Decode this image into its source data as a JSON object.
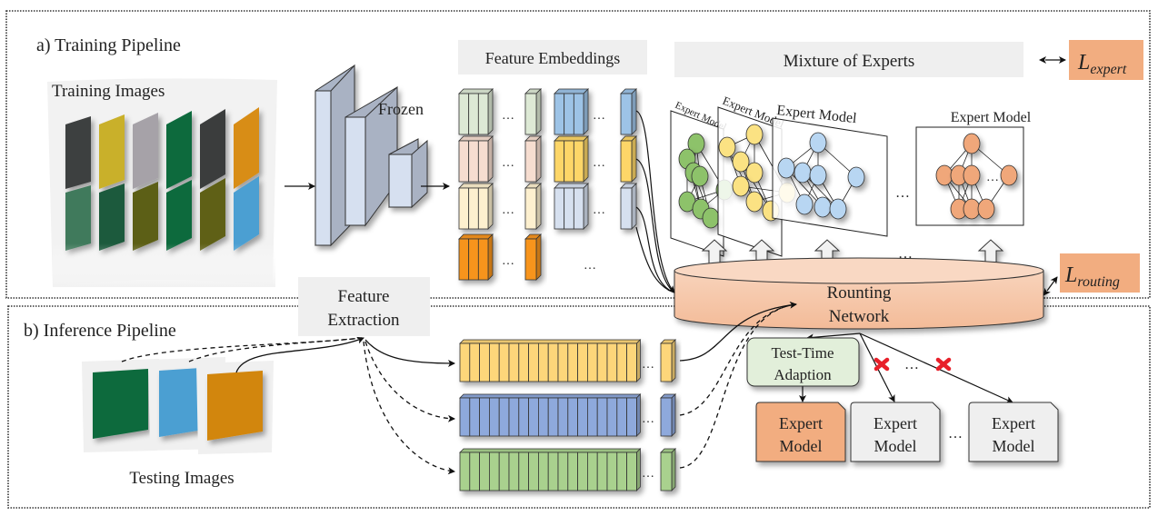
{
  "training": {
    "section_label": "a) Training Pipeline",
    "images_label": "Training Images",
    "backbone_label": "Frozen",
    "embeddings_label": "Feature Embeddings",
    "moe_label": "Mixture of Experts",
    "expert_model_label": "Expert Model",
    "loss_expert": {
      "main": "L",
      "sub": "expert"
    },
    "loss_routing": {
      "main": "L",
      "sub": "routing"
    },
    "ellipsis": "…",
    "embedding_colors_left": [
      "#dde9d5",
      "#f6ddd0",
      "#fdf0cf",
      "#f7941d"
    ],
    "embedding_colors_right": [
      "#9dc3e6",
      "#fdd667",
      "#d6e0ef"
    ],
    "expert_node_colors": [
      "#8dc26b",
      "#fbe283",
      "#b8d6f2",
      "#f0a77a"
    ]
  },
  "routing": {
    "label_line1": "Rounting",
    "label_line2": "Network",
    "fill": "#f6c9ad"
  },
  "inference": {
    "section_label": "b) Inference Pipeline",
    "feature_extraction_line1": "Feature",
    "feature_extraction_line2": "Extraction",
    "images_label": "Testing Images",
    "test_image_colors": [
      "#0e6a3e",
      "#4b9fd2",
      "#d2860c"
    ],
    "feature_row_colors": [
      "#fdd67a",
      "#8ea9dc",
      "#a9d18e"
    ],
    "tta_line1": "Test-Time",
    "tta_line2": "Adaption",
    "expert_line1": "Expert",
    "expert_line2": "Model",
    "selected_expert_color": "#f2ad80",
    "unselected_expert_color": "#efefef",
    "reject_color": "#e8202a",
    "ellipsis": "…"
  }
}
